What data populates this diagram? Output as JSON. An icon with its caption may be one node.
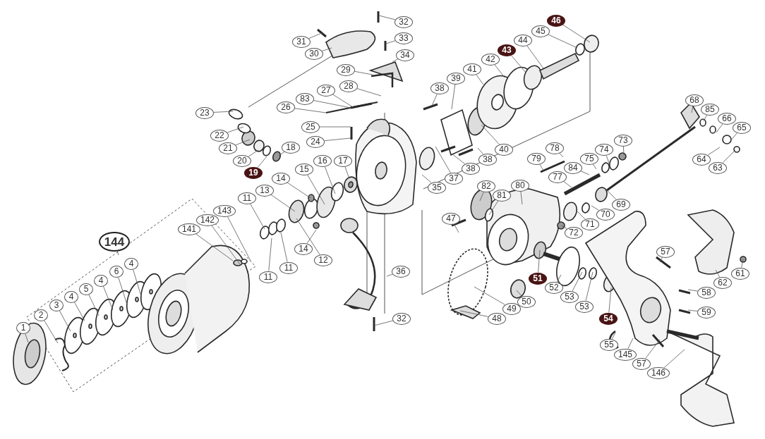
{
  "diagram": {
    "nodes": [
      {
        "text": [
          "1"
        ]
      },
      {
        "text": [
          "2"
        ]
      },
      {
        "text": [
          "3"
        ]
      },
      {
        "text": [
          "4"
        ]
      },
      {
        "text": [
          "5"
        ]
      },
      {
        "text": [
          "4"
        ]
      },
      {
        "text": [
          "6"
        ]
      },
      {
        "text": [
          "4"
        ]
      },
      {
        "text": [
          "144"
        ]
      },
      {
        "text": [
          "141"
        ]
      },
      {
        "text": [
          "142"
        ]
      },
      {
        "text": [
          "143"
        ]
      },
      {
        "text": [
          "11"
        ]
      },
      {
        "text": [
          "13"
        ]
      },
      {
        "text": [
          "11"
        ]
      },
      {
        "text": [
          "11"
        ]
      },
      {
        "text": [
          "12"
        ]
      },
      {
        "text": [
          "14"
        ]
      },
      {
        "text": [
          "14"
        ]
      },
      {
        "text": [
          "15"
        ]
      },
      {
        "text": [
          "16"
        ]
      },
      {
        "text": [
          "17"
        ]
      },
      {
        "text": [
          "18"
        ]
      },
      {
        "text": [
          "19"
        ]
      },
      {
        "text": [
          "20"
        ]
      },
      {
        "text": [
          "21"
        ]
      },
      {
        "text": [
          "22"
        ]
      },
      {
        "text": [
          "23"
        ]
      },
      {
        "text": [
          "24"
        ]
      },
      {
        "text": [
          "25"
        ]
      },
      {
        "text": [
          "26"
        ]
      },
      {
        "text": [
          "83"
        ]
      },
      {
        "text": [
          "27"
        ]
      },
      {
        "text": [
          "28"
        ]
      },
      {
        "text": [
          "29"
        ]
      },
      {
        "text": [
          "30"
        ]
      },
      {
        "text": [
          "31"
        ]
      },
      {
        "text": [
          "32"
        ]
      },
      {
        "text": [
          "33"
        ]
      },
      {
        "text": [
          "34"
        ]
      },
      {
        "text": [
          "38"
        ]
      },
      {
        "text": [
          "39"
        ]
      },
      {
        "text": [
          "41"
        ]
      },
      {
        "text": [
          "42"
        ]
      },
      {
        "text": [
          "43"
        ]
      },
      {
        "text": [
          "44"
        ]
      },
      {
        "text": [
          "45"
        ]
      },
      {
        "text": [
          "46"
        ]
      },
      {
        "text": [
          "40"
        ]
      },
      {
        "text": [
          "38"
        ]
      },
      {
        "text": [
          "38"
        ]
      },
      {
        "text": [
          "37"
        ]
      },
      {
        "text": [
          "35"
        ]
      },
      {
        "text": [
          "36"
        ]
      },
      {
        "text": [
          "32"
        ]
      },
      {
        "text": [
          "68"
        ]
      },
      {
        "text": [
          "85"
        ]
      },
      {
        "text": [
          "66"
        ]
      },
      {
        "text": [
          "65"
        ]
      },
      {
        "text": [
          "64"
        ]
      },
      {
        "text": [
          "63"
        ]
      },
      {
        "text": [
          "73"
        ]
      },
      {
        "text": [
          "74"
        ]
      },
      {
        "text": [
          "75"
        ]
      },
      {
        "text": [
          "84"
        ]
      },
      {
        "text": [
          "78"
        ]
      },
      {
        "text": [
          "79"
        ]
      },
      {
        "text": [
          "77"
        ]
      },
      {
        "text": [
          "82"
        ]
      },
      {
        "text": [
          "81"
        ]
      },
      {
        "text": [
          "80"
        ]
      },
      {
        "text": [
          "47"
        ]
      },
      {
        "text": [
          "69"
        ]
      },
      {
        "text": [
          "70"
        ]
      },
      {
        "text": [
          "71"
        ]
      },
      {
        "text": [
          "72"
        ]
      },
      {
        "text": [
          "57"
        ]
      },
      {
        "text": [
          "61"
        ]
      },
      {
        "text": [
          "62"
        ]
      },
      {
        "text": [
          "58"
        ]
      },
      {
        "text": [
          "59"
        ]
      },
      {
        "text": [
          "52"
        ]
      },
      {
        "text": [
          "51"
        ]
      },
      {
        "text": [
          "53"
        ]
      },
      {
        "text": [
          "53"
        ]
      },
      {
        "text": [
          "54"
        ]
      },
      {
        "text": [
          "50"
        ]
      },
      {
        "text": [
          "49"
        ]
      },
      {
        "text": [
          "48"
        ]
      },
      {
        "text": [
          "55"
        ]
      },
      {
        "text": [
          "145"
        ]
      },
      {
        "text": [
          "57"
        ]
      },
      {
        "text": [
          "146"
        ]
      }
    ],
    "edges": [
      {
        "from": 0,
        "to": null,
        "arrow": "none"
      },
      {
        "from": 1,
        "to": null,
        "arrow": "none"
      },
      {
        "from": 2,
        "to": null,
        "arrow": "none"
      },
      {
        "from": 3,
        "to": null,
        "arrow": "none"
      },
      {
        "from": 4,
        "to": null,
        "arrow": "none"
      },
      {
        "from": 5,
        "to": null,
        "arrow": "none"
      },
      {
        "from": 6,
        "to": null,
        "arrow": "none"
      },
      {
        "from": 7,
        "to": null,
        "arrow": "none"
      },
      {
        "from": 8,
        "to": null,
        "arrow": "none"
      },
      {
        "from": 9,
        "to": null,
        "arrow": "none"
      },
      {
        "from": 10,
        "to": null,
        "arrow": "none"
      },
      {
        "from": 11,
        "to": null,
        "arrow": "none"
      },
      {
        "from": 12,
        "to": null,
        "arrow": "none"
      },
      {
        "from": 13,
        "to": null,
        "arrow": "none"
      },
      {
        "from": 14,
        "to": null,
        "arrow": "none"
      },
      {
        "from": 15,
        "to": null,
        "arrow": "none"
      },
      {
        "from": 16,
        "to": null,
        "arrow": "none"
      },
      {
        "from": 17,
        "to": null,
        "arrow": "none"
      },
      {
        "from": 18,
        "to": null,
        "arrow": "none"
      },
      {
        "from": 19,
        "to": null,
        "arrow": "none"
      },
      {
        "from": 20,
        "to": null,
        "arrow": "none"
      },
      {
        "from": 21,
        "to": null,
        "arrow": "none"
      },
      {
        "from": 22,
        "to": null,
        "arrow": "none"
      },
      {
        "from": 23,
        "to": null,
        "arrow": "none"
      },
      {
        "from": 24,
        "to": null,
        "arrow": "none"
      },
      {
        "from": 25,
        "to": null,
        "arrow": "none"
      },
      {
        "from": 26,
        "to": null,
        "arrow": "none"
      },
      {
        "from": 27,
        "to": null,
        "arrow": "none"
      },
      {
        "from": 28,
        "to": null,
        "arrow": "none"
      },
      {
        "from": 29,
        "to": null,
        "arrow": "none"
      },
      {
        "from": 30,
        "to": null,
        "arrow": "none"
      },
      {
        "from": 31,
        "to": null,
        "arrow": "none"
      },
      {
        "from": 32,
        "to": null,
        "arrow": "none"
      },
      {
        "from": 33,
        "to": null,
        "arrow": "none"
      },
      {
        "from": 34,
        "to": null,
        "arrow": "none"
      },
      {
        "from": 35,
        "to": null,
        "arrow": "none"
      },
      {
        "from": 36,
        "to": null,
        "arrow": "none"
      },
      {
        "from": 37,
        "to": null,
        "arrow": "none"
      },
      {
        "from": 38,
        "to": null,
        "arrow": "none"
      },
      {
        "from": 39,
        "to": null,
        "arrow": "none"
      },
      {
        "from": 40,
        "to": null,
        "arrow": "none"
      },
      {
        "from": 41,
        "to": null,
        "arrow": "none"
      },
      {
        "from": 42,
        "to": null,
        "arrow": "none"
      },
      {
        "from": 43,
        "to": null,
        "arrow": "none"
      },
      {
        "from": 44,
        "to": null,
        "arrow": "none"
      },
      {
        "from": 45,
        "to": null,
        "arrow": "none"
      },
      {
        "from": 46,
        "to": null,
        "arrow": "none"
      },
      {
        "from": 47,
        "to": null,
        "arrow": "none"
      },
      {
        "from": 48,
        "to": null,
        "arrow": "none"
      },
      {
        "from": 49,
        "to": null,
        "arrow": "none"
      },
      {
        "from": 50,
        "to": null,
        "arrow": "none"
      },
      {
        "from": 51,
        "to": null,
        "arrow": "none"
      },
      {
        "from": 52,
        "to": null,
        "arrow": "none"
      },
      {
        "from": 53,
        "to": null,
        "arrow": "none"
      },
      {
        "from": 54,
        "to": null,
        "arrow": "none"
      },
      {
        "from": 55,
        "to": null,
        "arrow": "none"
      },
      {
        "from": 56,
        "to": null,
        "arrow": "none"
      },
      {
        "from": 57,
        "to": null,
        "arrow": "none"
      },
      {
        "from": 58,
        "to": null,
        "arrow": "none"
      },
      {
        "from": 59,
        "to": null,
        "arrow": "none"
      },
      {
        "from": 60,
        "to": null,
        "arrow": "none"
      },
      {
        "from": 61,
        "to": null,
        "arrow": "none"
      },
      {
        "from": 62,
        "to": null,
        "arrow": "none"
      },
      {
        "from": 63,
        "to": null,
        "arrow": "none"
      },
      {
        "from": 64,
        "to": null,
        "arrow": "none"
      },
      {
        "from": 65,
        "to": null,
        "arrow": "none"
      },
      {
        "from": 66,
        "to": null,
        "arrow": "none"
      },
      {
        "from": 67,
        "to": null,
        "arrow": "none"
      },
      {
        "from": 68,
        "to": null,
        "arrow": "none"
      },
      {
        "from": 69,
        "to": null,
        "arrow": "none"
      },
      {
        "from": 70,
        "to": null,
        "arrow": "none"
      },
      {
        "from": 71,
        "to": null,
        "arrow": "none"
      },
      {
        "from": 72,
        "to": null,
        "arrow": "none"
      },
      {
        "from": 73,
        "to": null,
        "arrow": "none"
      },
      {
        "from": 74,
        "to": null,
        "arrow": "none"
      },
      {
        "from": 75,
        "to": null,
        "arrow": "none"
      },
      {
        "from": 76,
        "to": null,
        "arrow": "none"
      },
      {
        "from": 77,
        "to": null,
        "arrow": "none"
      },
      {
        "from": 78,
        "to": null,
        "arrow": "none"
      },
      {
        "from": 79,
        "to": null,
        "arrow": "none"
      },
      {
        "from": 80,
        "to": null,
        "arrow": "none"
      },
      {
        "from": 81,
        "to": null,
        "arrow": "none"
      },
      {
        "from": 82,
        "to": null,
        "arrow": "none"
      },
      {
        "from": 83,
        "to": null,
        "arrow": "none"
      },
      {
        "from": 84,
        "to": null,
        "arrow": "none"
      },
      {
        "from": 85,
        "to": null,
        "arrow": "none"
      },
      {
        "from": 86,
        "to": null,
        "arrow": "none"
      },
      {
        "from": 87,
        "to": null,
        "arrow": "none"
      },
      {
        "from": 88,
        "to": null,
        "arrow": "none"
      },
      {
        "from": 89,
        "to": null,
        "arrow": "none"
      },
      {
        "from": 90,
        "to": null,
        "arrow": "none"
      },
      {
        "from": 91,
        "to": null,
        "arrow": "none"
      },
      {
        "from": 92,
        "to": null,
        "arrow": "none"
      }
    ]
  }
}
